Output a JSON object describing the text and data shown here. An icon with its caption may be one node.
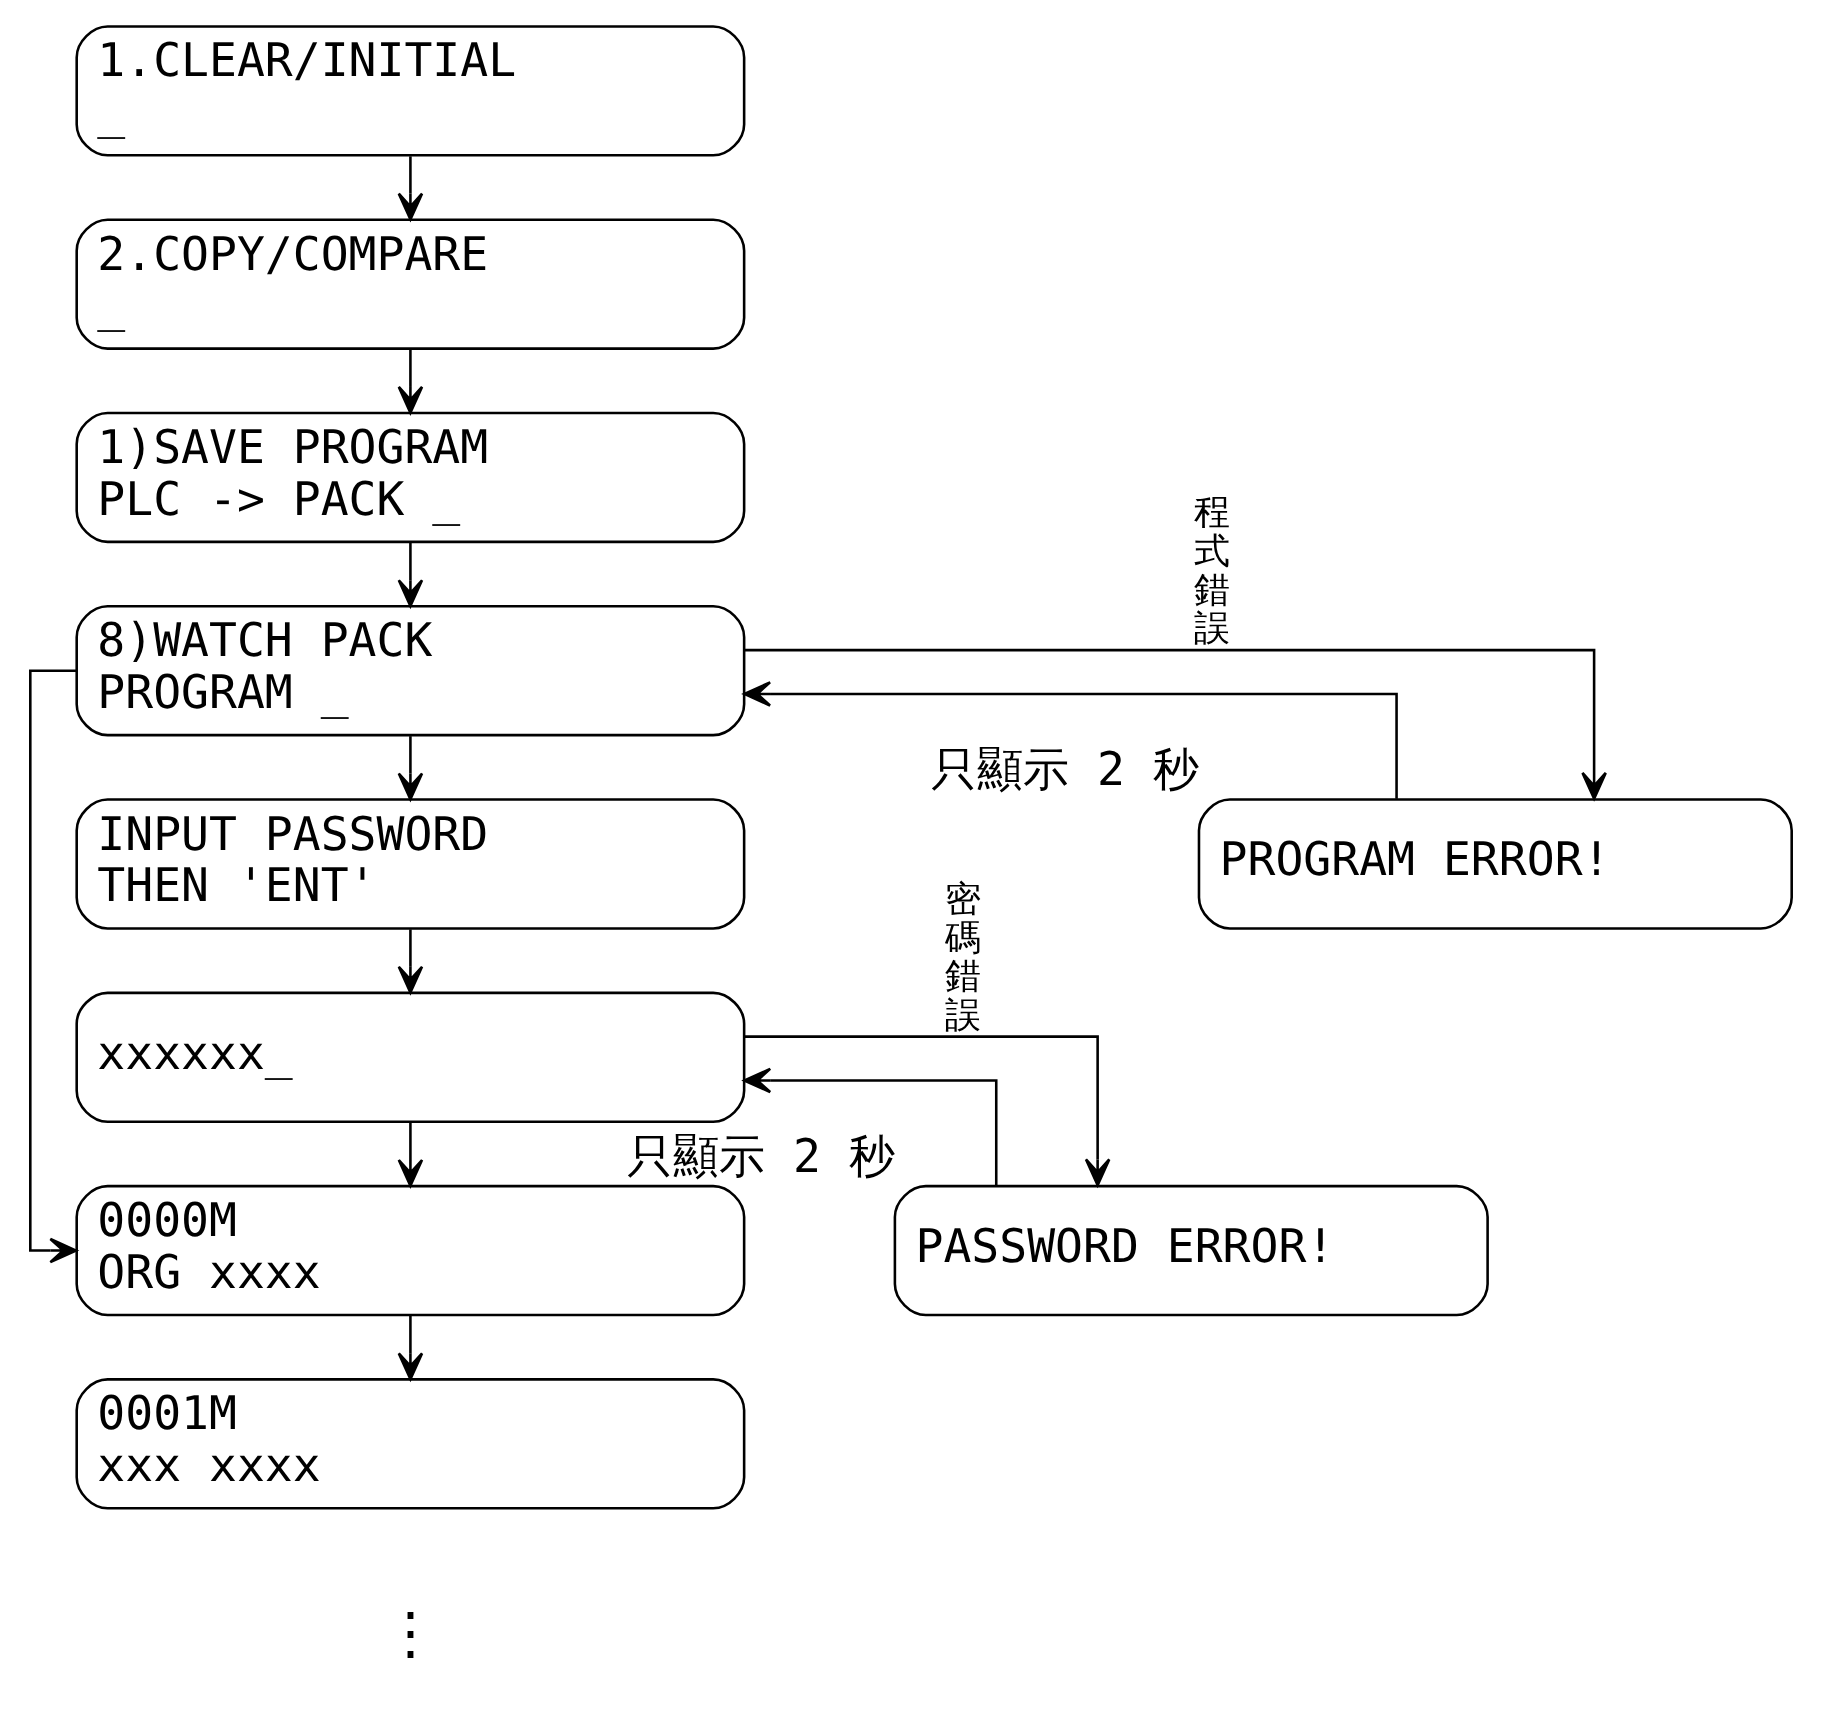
{
  "diagram": {
    "nodes": [
      {
        "text": [
          "1.CLEAR/INITIAL",
          "_"
        ]
      },
      {
        "text": [
          "2.COPY/COMPARE",
          "_"
        ]
      },
      {
        "text": [
          "1)SAVE PROGRAM",
          "PLC -> PACK _"
        ]
      },
      {
        "text": [
          "8)WATCH PACK",
          "PROGRAM _"
        ]
      },
      {
        "text": [
          "INPUT PASSWORD",
          "THEN 'ENT'"
        ]
      },
      {
        "text": [
          "xxxxxx_"
        ]
      },
      {
        "text": [
          "0000M",
          "ORG xxxx"
        ]
      },
      {
        "text": [
          "0001M",
          "xxx xxxx"
        ]
      },
      {
        "text": [
          "PROGRAM ERROR!"
        ],
        "beside": [
          "只顯示 2 秒"
        ]
      },
      {
        "text": [
          "PASSWORD ERROR!"
        ],
        "beside": [
          "只顯示 2 秒"
        ]
      }
    ],
    "edges": [
      {
        "from": 0,
        "to": 1,
        "arrow": "to"
      },
      {
        "from": 1,
        "to": 2,
        "arrow": "to"
      },
      {
        "from": 2,
        "to": 3,
        "arrow": "to"
      },
      {
        "from": 3,
        "to": 4,
        "arrow": "to"
      },
      {
        "from": 3,
        "to": 8,
        "arrow": "to",
        "label": "程式錯誤"
      },
      {
        "from": 3,
        "to": 6,
        "arrow": "to"
      },
      {
        "from": 8,
        "to": 3,
        "arrow": "to"
      },
      {
        "from": 4,
        "to": 5,
        "arrow": "to"
      },
      {
        "from": 5,
        "to": 6,
        "arrow": "to"
      },
      {
        "from": 5,
        "to": 9,
        "arrow": "to",
        "label": "密碼錯誤"
      },
      {
        "from": 9,
        "to": 5,
        "arrow": "to"
      },
      {
        "from": 6,
        "to": 7,
        "arrow": "to"
      }
    ],
    "labels": [
      "⋮"
    ]
  }
}
